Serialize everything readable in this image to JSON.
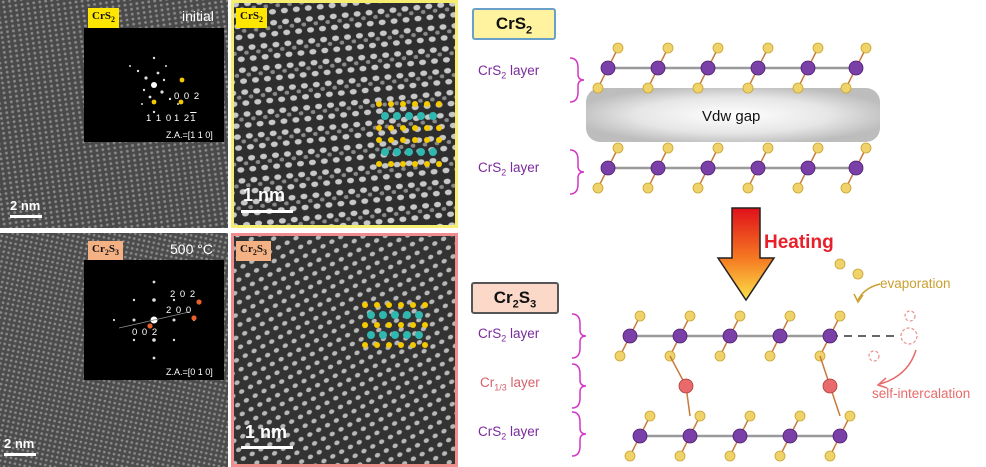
{
  "panels": {
    "top_left": {
      "tag": "CrS",
      "tag_sub": "2",
      "condition": "initial",
      "scale": "2 nm"
    },
    "top_left_fft": {
      "spot_a": "0 0 2",
      "spot_b": "1 1 0",
      "spot_c": "1 2",
      "spot_c_bar": "1",
      "zone_axis": "Z.A.=[1 1 0]"
    },
    "top_mid": {
      "tag": "CrS",
      "tag_sub": "2",
      "scale": "1 nm"
    },
    "bottom_left": {
      "tag_a": "Cr",
      "tag_sub_a": "2",
      "tag_b": "S",
      "tag_sub_b": "3",
      "condition": "500 °C",
      "scale": "2 nm"
    },
    "bottom_left_fft": {
      "spot_a": "2 0 2",
      "spot_b": "2 0 0",
      "spot_c": "0 0 2",
      "zone_axis": "Z.A.=[0 1 0]"
    },
    "bottom_mid": {
      "tag_a": "Cr",
      "tag_sub_a": "2",
      "tag_b": "S",
      "tag_sub_b": "3",
      "scale": "1 nm"
    }
  },
  "schematic": {
    "top_title": "CrS",
    "top_title_sub": "2",
    "bottom_title_a": "Cr",
    "bottom_title_sub_a": "2",
    "bottom_title_b": "S",
    "bottom_title_sub_b": "3",
    "layer_top": "CrS",
    "layer_top_sub": "2",
    "layer_top_suffix": " layer",
    "layer_bottom": "CrS",
    "layer_bottom_sub": "2",
    "layer_bottom_suffix": " layer",
    "vdw_gap": "Vdw gap",
    "heating": "Heating",
    "b_layer1": "CrS",
    "b_layer1_sub": "2",
    "b_layer1_suffix": " layer",
    "b_layer2": "Cr",
    "b_layer2_sub": "1/3",
    "b_layer2_suffix": " layer",
    "b_layer3": "CrS",
    "b_layer3_sub": "2",
    "b_layer3_suffix": " layer",
    "evaporation": "evaporation",
    "self_intercalation": "self-intercalation"
  },
  "colors": {
    "cr_atom": "#7b3fa8",
    "s_atom": "#efd36a",
    "intercalated_cr": "#e86a6a",
    "yellow_frame": "#f5ee70",
    "pink_frame": "#f08c8c",
    "heating_text": "#e8202a",
    "evaporation_text": "#c9a030",
    "intercalation_text": "#e76a6a",
    "title_box_top": "#fff3a0",
    "title_box_bottom": "#fbd8c8"
  }
}
